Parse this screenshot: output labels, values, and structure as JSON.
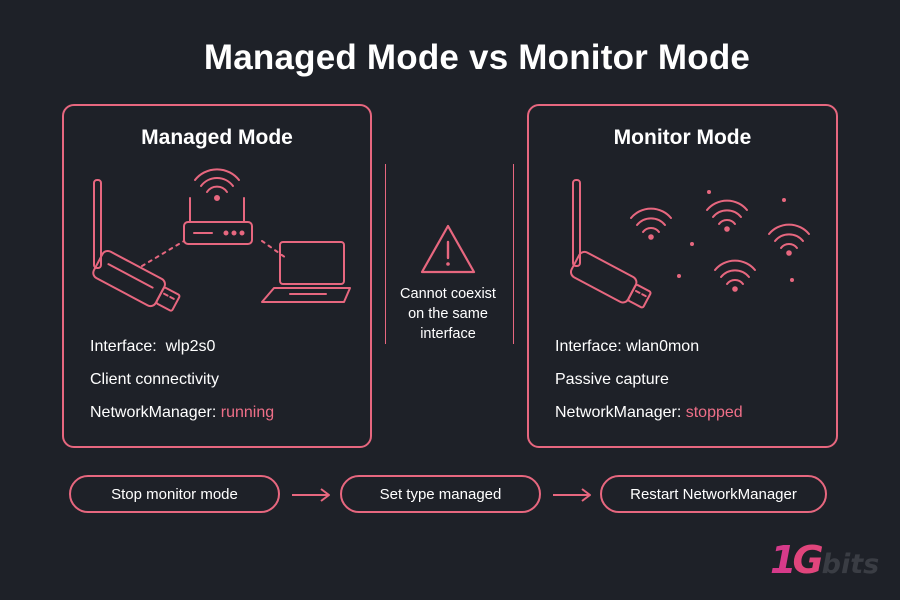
{
  "title": "Managed Mode vs Monitor Mode",
  "managed": {
    "title": "Managed Mode",
    "interface_label": "Interface:",
    "interface_value": "wlp2s0",
    "role": "Client connectivity",
    "nm_label": "NetworkManager:",
    "nm_value": "running"
  },
  "monitor": {
    "title": "Monitor Mode",
    "interface_label": "Interface:",
    "interface_value": "wlan0mon",
    "role": "Passive capture",
    "nm_label": "NetworkManager:",
    "nm_value": "stopped"
  },
  "warning": {
    "icon": "warning-triangle-icon",
    "line1": "Cannot coexist",
    "line2": "on the same",
    "line3": "interface"
  },
  "steps": [
    {
      "label": "Stop monitor mode"
    },
    {
      "label": "Set type managed"
    },
    {
      "label": "Restart NetworkManager"
    }
  ],
  "logo": {
    "one": "1",
    "g": "G",
    "bits": "bits"
  },
  "colors": {
    "accent": "#e7677f",
    "background": "#1e2128",
    "text": "#ffffff",
    "highlight": "#ef6f88"
  }
}
